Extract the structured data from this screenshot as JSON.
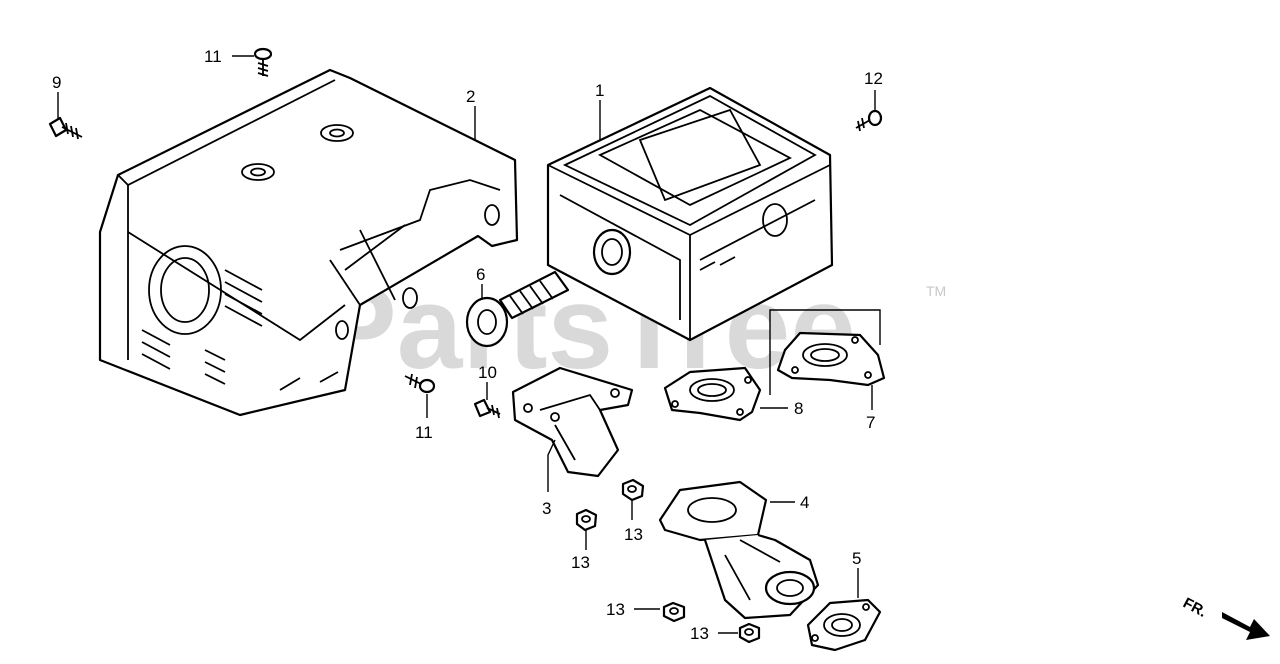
{
  "watermark": {
    "text": "PartsTree",
    "trademark": "TM"
  },
  "direction": {
    "text": "FR."
  },
  "callouts": [
    {
      "id": "c11a",
      "text": "11"
    },
    {
      "id": "c9",
      "text": "9"
    },
    {
      "id": "c2",
      "text": "2"
    },
    {
      "id": "c1",
      "text": "1"
    },
    {
      "id": "c12",
      "text": "12"
    },
    {
      "id": "c6",
      "text": "6"
    },
    {
      "id": "c10",
      "text": "10"
    },
    {
      "id": "c11b",
      "text": "11"
    },
    {
      "id": "c8",
      "text": "8"
    },
    {
      "id": "c7",
      "text": "7"
    },
    {
      "id": "c3",
      "text": "3"
    },
    {
      "id": "c4",
      "text": "4"
    },
    {
      "id": "c13a",
      "text": "13"
    },
    {
      "id": "c13b",
      "text": "13"
    },
    {
      "id": "c5",
      "text": "5"
    },
    {
      "id": "c13c",
      "text": "13"
    },
    {
      "id": "c13d",
      "text": "13"
    }
  ],
  "colors": {
    "line": "#000000",
    "background": "#ffffff",
    "watermark": "#d9d9d9"
  }
}
